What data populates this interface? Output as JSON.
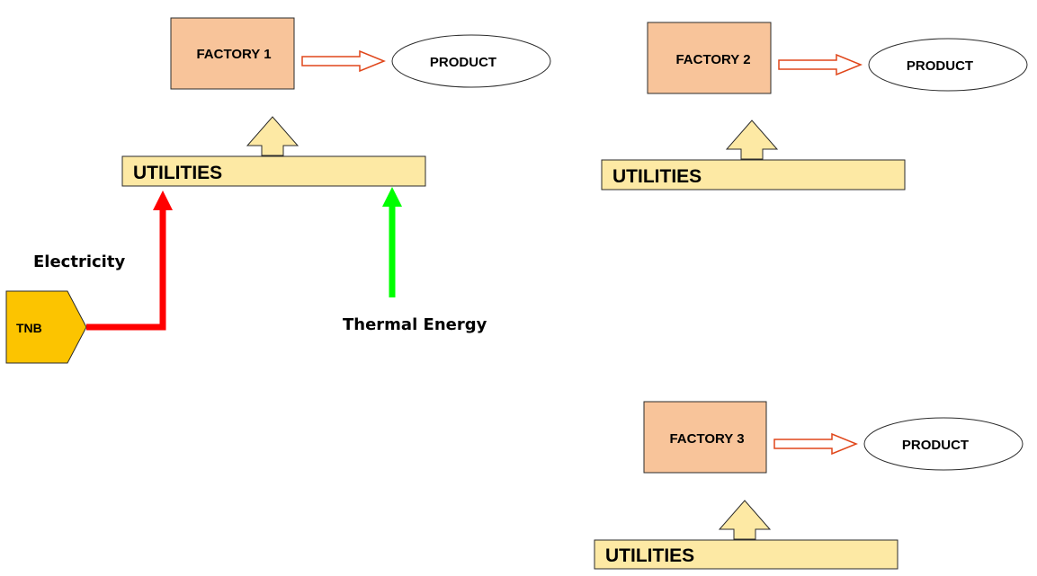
{
  "colors": {
    "factory_fill": "#f8c49a",
    "factory_stroke": "#2b2b2b",
    "utilities_fill": "#fde9a4",
    "utilities_stroke": "#2b2b2b",
    "up_arrow_fill": "#fde9a4",
    "product_arrow_stroke": "#e0461a",
    "tnb_fill": "#fcc400",
    "electricity_line": "#ff0000",
    "thermal_line": "#00ff00"
  },
  "units": [
    {
      "factory_label": "FACTORY 1",
      "product_label": "PRODUCT",
      "utilities_label": "UTILITIES"
    },
    {
      "factory_label": "FACTORY 2",
      "product_label": "PRODUCT",
      "utilities_label": "UTILITIES"
    },
    {
      "factory_label": "FACTORY 3",
      "product_label": "PRODUCT",
      "utilities_label": "UTILITIES"
    }
  ],
  "sources": {
    "tnb_label": "TNB",
    "electricity_label": "Electricity",
    "thermal_label": "Thermal Energy"
  }
}
